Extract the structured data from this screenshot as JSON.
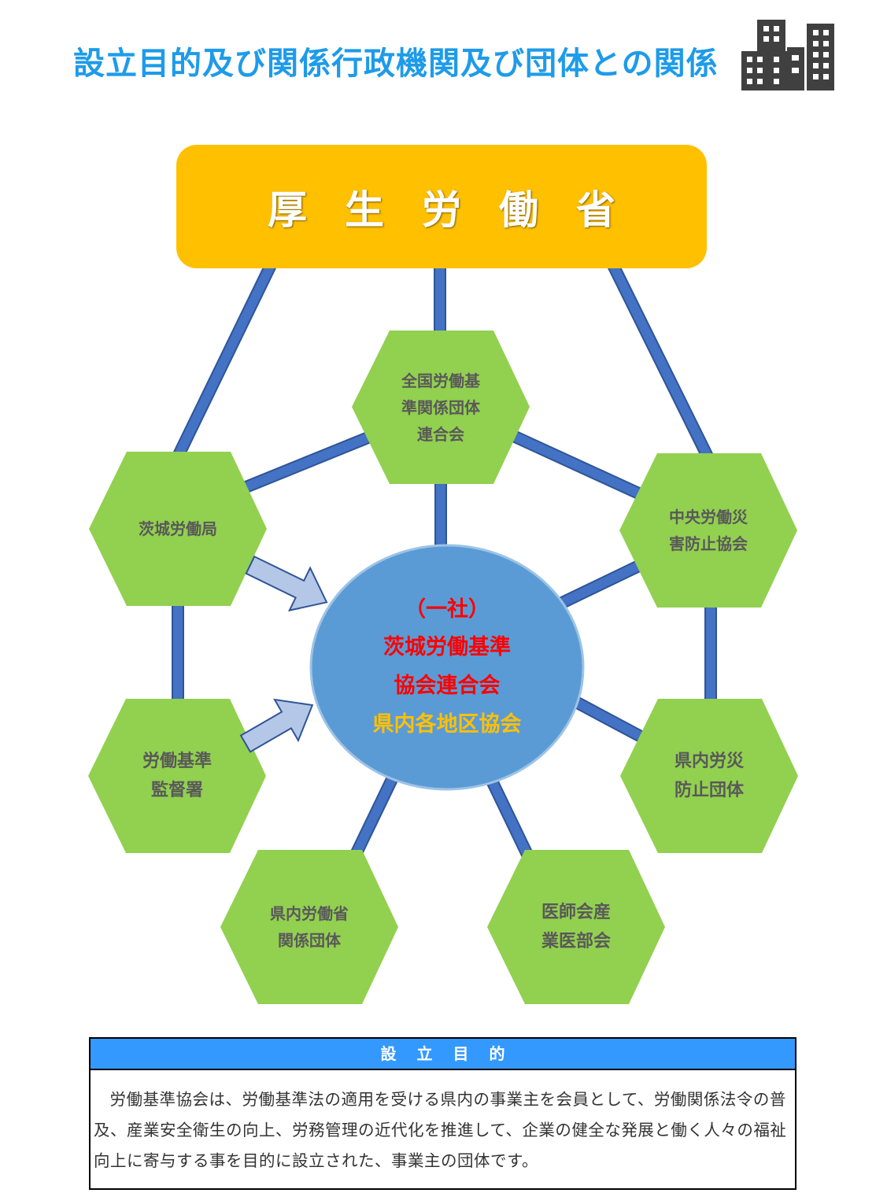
{
  "title": "設立目的及び関係行政機関及び団体との関係",
  "icons": {
    "header": "office-buildings-icon"
  },
  "colors": {
    "title": "#1E9BE9",
    "ministry": "#FFC000",
    "hex": "#92D050",
    "connector": "#4472C4",
    "center": "#5B9BD5",
    "arrow": "#B4C7E7",
    "purpose_header": "#3399FF"
  },
  "ministry": "厚生労働省",
  "center": {
    "line1": "（一社）",
    "line2": "茨城労働基準",
    "line3": "協会連合会",
    "line4": "県内各地区協会"
  },
  "nodes": {
    "national": [
      "全国労働基",
      "準関係団体",
      "連合会"
    ],
    "ibaraki_labor_bureau": [
      "茨城労働局"
    ],
    "central_safety": [
      "中央労働災",
      "害防止協会"
    ],
    "inspection_office": [
      "労働基準",
      "監督署"
    ],
    "prefectural_safety": [
      "県内労災",
      "防止団体"
    ],
    "mhlw_related": [
      "県内労働省",
      "関係団体"
    ],
    "medical": [
      "医師会産",
      "業医部会"
    ]
  },
  "purpose": {
    "heading": "設立目的",
    "body": "労働基準協会は、労働基準法の適用を受ける県内の事業主を会員として、労働関係法令の普及、産業安全衛生の向上、労務管理の近代化を推進して、企業の健全な発展と働く人々の福祉向上に寄与する事を目的に設立された、事業主の団体です。"
  }
}
